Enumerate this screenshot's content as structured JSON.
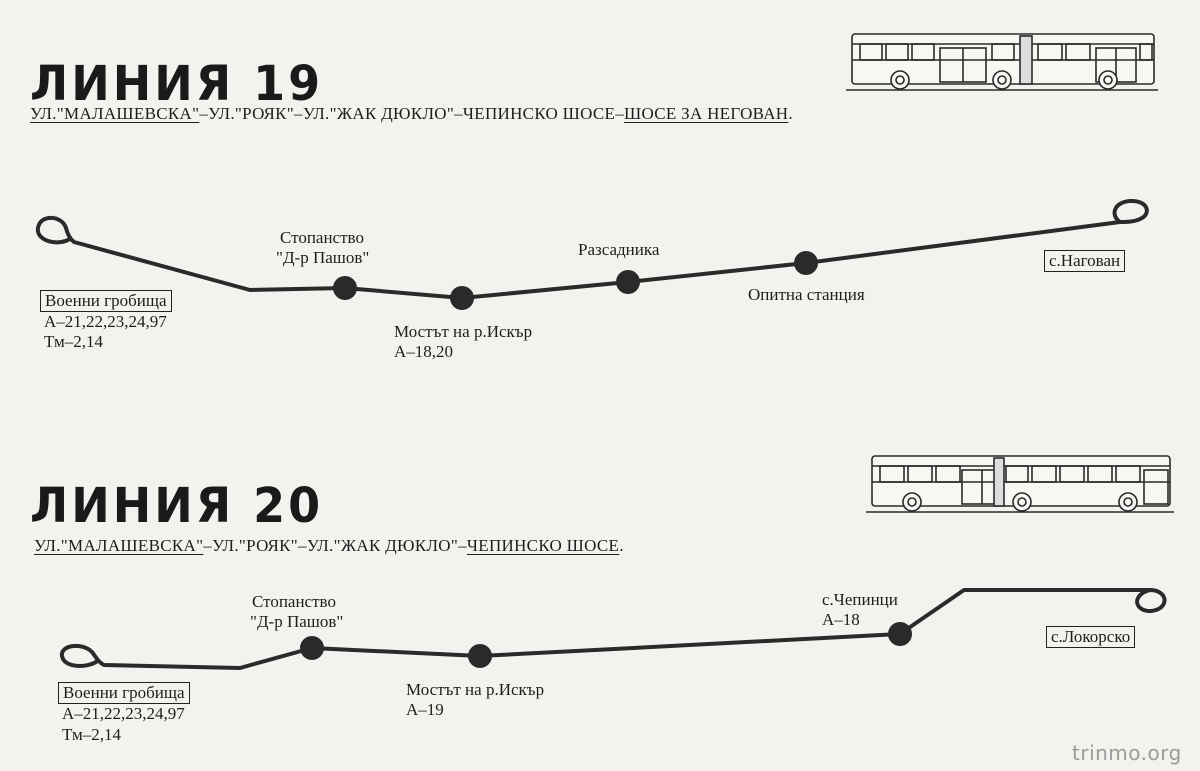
{
  "watermark": "trinmo.org",
  "line19": {
    "title": "ЛИНИЯ 19",
    "route": {
      "s1": "УЛ.\"МАЛАШЕВСКА\"",
      "d1": "–",
      "s2": "УЛ.\"РОЯК\"",
      "d2": "–",
      "s3": "УЛ.\"ЖАК ДЮКЛО\"",
      "d3": "–",
      "s4": "ЧЕПИНСКО ШОСЕ",
      "d4": "–",
      "s5": "ШОСЕ ЗА НЕГОВАН",
      "end": "."
    },
    "start_terminal": "Военни гробища",
    "start_transfers_1": "А–21,22,23,24,97",
    "start_transfers_2": "Тм–2,14",
    "stop1_line1": "Стопанство",
    "stop1_line2": "\"Д-р Пашов\"",
    "stop2_line1": "Мостът на р.Искър",
    "stop2_line2": "А–18,20",
    "stop3": "Разсадника",
    "stop4": "Опитна станция",
    "end_terminal": "с.Нагован"
  },
  "line20": {
    "title": "ЛИНИЯ 20",
    "route": {
      "s1": "УЛ.\"МАЛАШЕВСКА\"",
      "d1": "–",
      "s2": "УЛ.\"РОЯК\"",
      "d2": "–",
      "s3": "УЛ.\"ЖАК ДЮКЛО\"",
      "d3": "–",
      "s4": "ЧЕПИНСКО ШОСЕ",
      "end": "."
    },
    "start_terminal": "Военни гробища",
    "start_transfers_1": "А–21,22,23,24,97",
    "start_transfers_2": "Тм–2,14",
    "stop1_line1": "Стопанство",
    "stop1_line2": "\"Д-р Пашов\"",
    "stop2_line1": "Мостът на р.Искър",
    "stop2_line2": "А–19",
    "stop3_line1": "с.Чепинци",
    "stop3_line2": "А–18",
    "end_terminal": "с.Локорско"
  },
  "colors": {
    "ink": "#1e1e1e",
    "paper": "#f3f2ee"
  },
  "icons": [
    "articulated-bus-icon"
  ]
}
